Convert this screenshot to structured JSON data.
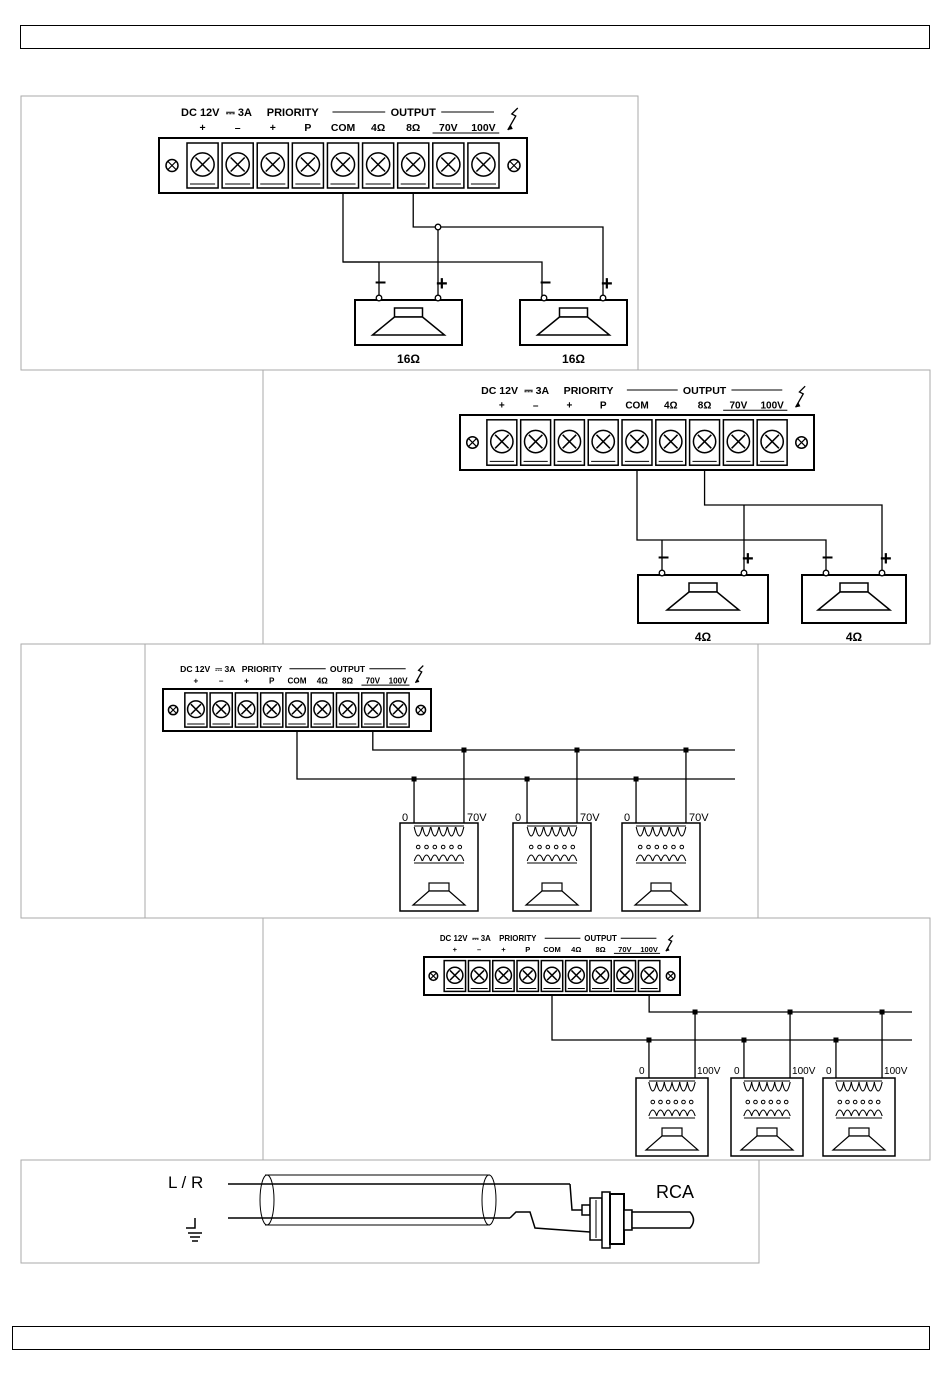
{
  "header": {
    "text": ""
  },
  "footer": {
    "text": ""
  },
  "terminal": {
    "power_label": "DC 12V",
    "current_label": "3A",
    "priority_label": "PRIORITY",
    "output_label": "OUTPUT",
    "terminals": [
      "+",
      "–",
      "+",
      "P",
      "COM",
      "4Ω",
      "8Ω",
      "70V",
      "100V"
    ]
  },
  "diagram1": {
    "speaker_impedance": "16Ω",
    "plus": "+",
    "minus": "–"
  },
  "diagram2": {
    "speaker_impedance": "4Ω",
    "plus": "+",
    "minus": "–"
  },
  "diagram3": {
    "tap_zero": "0",
    "tap_voltage": "70V"
  },
  "diagram4": {
    "tap_zero": "0",
    "tap_voltage": "100V"
  },
  "diagram5": {
    "signal_label": "L / R",
    "connector_label": "RCA"
  }
}
